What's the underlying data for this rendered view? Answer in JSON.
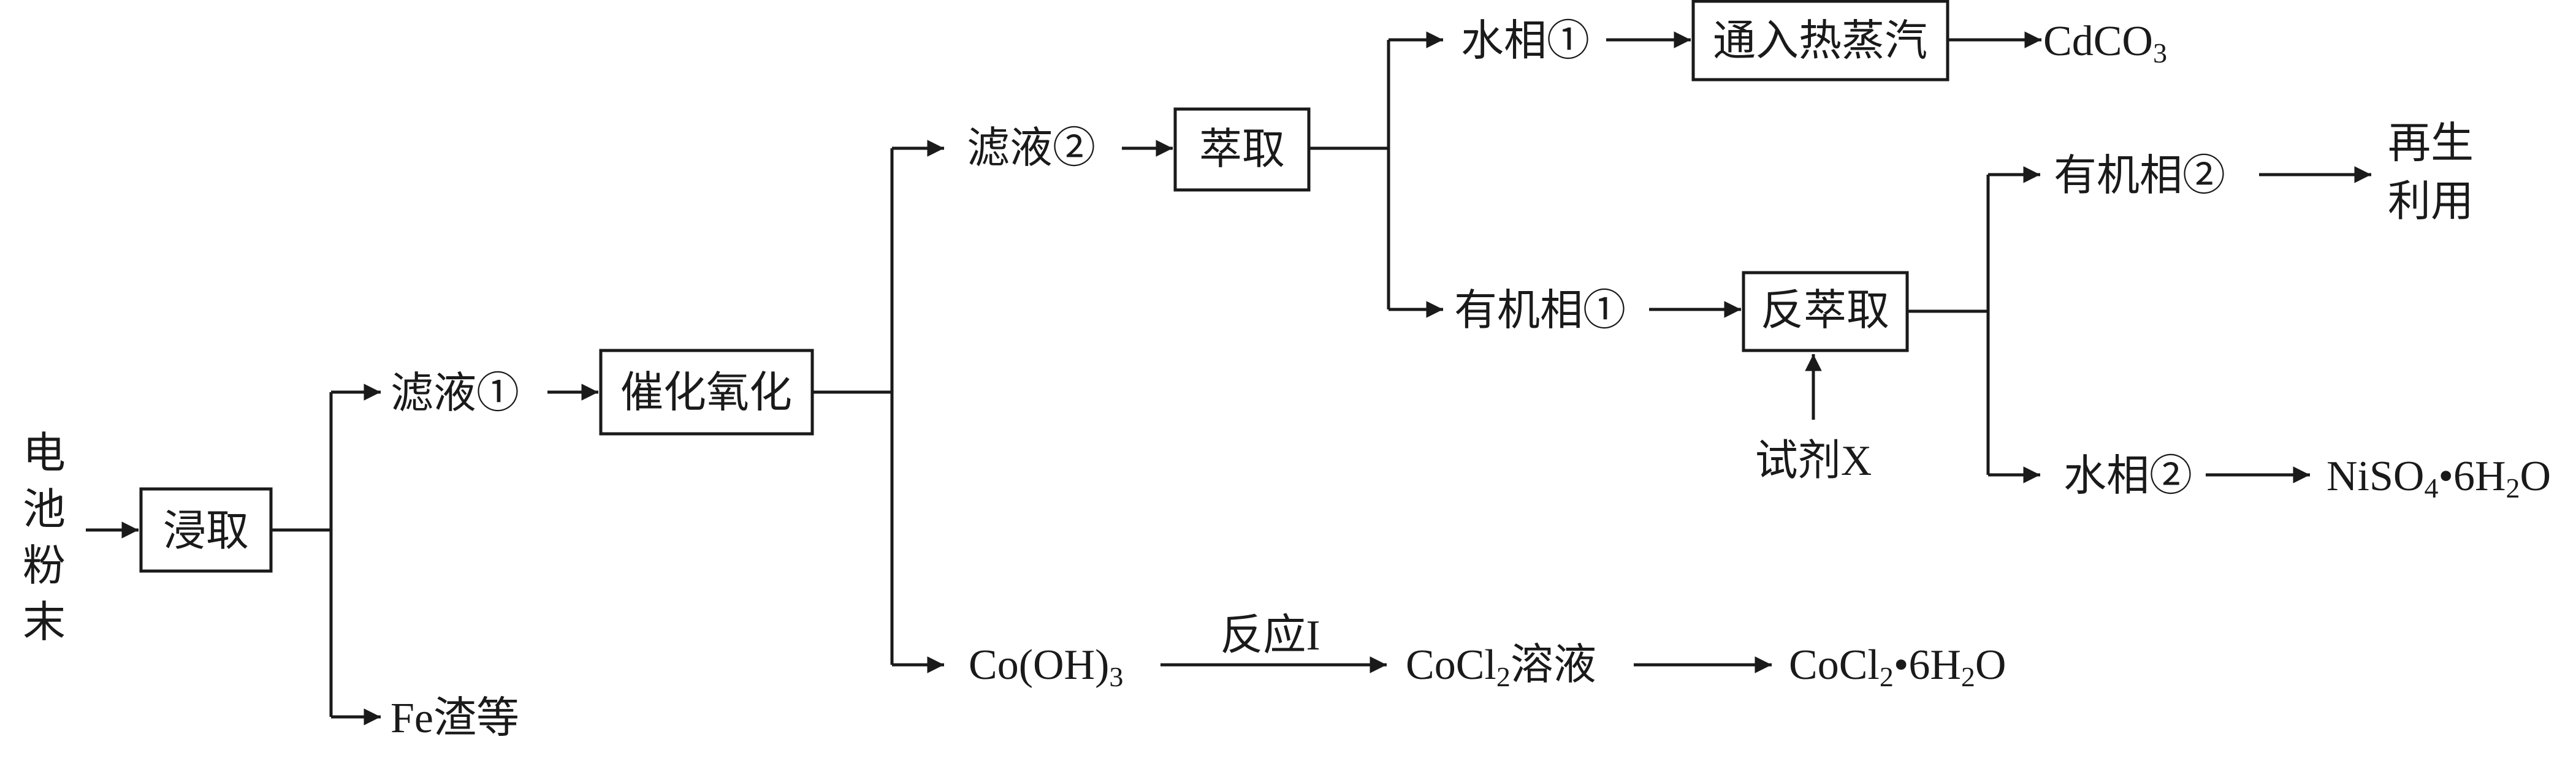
{
  "start": {
    "chars": [
      "电",
      "池",
      "粉",
      "末"
    ]
  },
  "steps": {
    "leach": "浸取",
    "catalytic_oxidation": "催化氧化",
    "extraction": "萃取",
    "steam": "通入热蒸汽",
    "back_extraction": "反萃取"
  },
  "streams": {
    "filtrate_1": "滤液①",
    "fe_residue": "Fe渣等",
    "filtrate_2": "滤液②",
    "aqueous_1": "水相①",
    "organic_1": "有机相①",
    "organic_2": "有机相②",
    "aqueous_2": "水相②",
    "reagent_x": "试剂X",
    "reaction_1": "反应I"
  },
  "regenerate": {
    "line1": "再生",
    "line2": "利用"
  },
  "products": {
    "cdco3": {
      "a": "CdCO",
      "sub": "3"
    },
    "niso4": {
      "a": "NiSO",
      "sub1": "4",
      "b": "•6H",
      "sub2": "2",
      "c": "O"
    },
    "co_oh_3": {
      "a": "Co(OH)",
      "sub": "3"
    },
    "cocl2_solution": {
      "a": "CoCl",
      "sub": "2",
      "b": "溶液"
    },
    "cocl2_hydrate": {
      "a": "CoCl",
      "sub1": "2",
      "b": "•6H",
      "sub2": "2",
      "c": "O"
    }
  }
}
